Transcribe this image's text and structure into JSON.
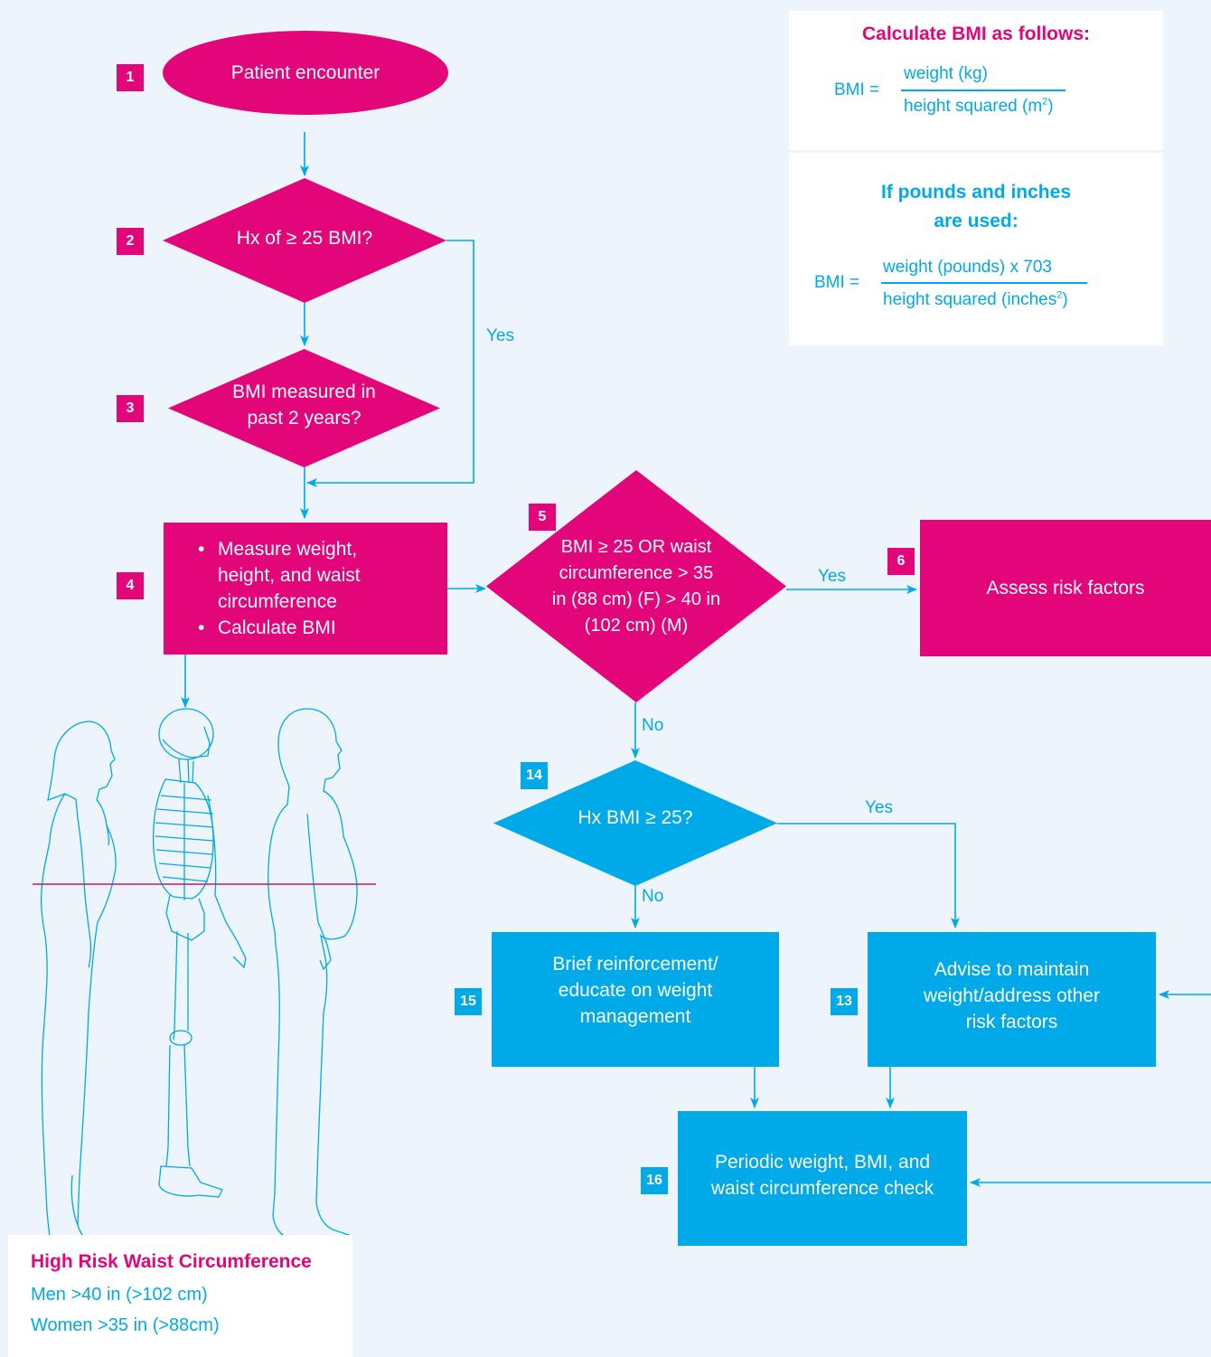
{
  "colors": {
    "magenta": "#e2067a",
    "blue": "#00a9e8",
    "background": "#eef4fb"
  },
  "nodes": {
    "n1": {
      "num": "1",
      "text": "Patient encounter"
    },
    "n2": {
      "num": "2",
      "text": "Hx of ≥ 25 BMI?"
    },
    "n3": {
      "num": "3",
      "line1": "BMI measured in",
      "line2": "past 2 years?"
    },
    "n4": {
      "num": "4",
      "bullets": [
        "Measure weight, height, and waist circumference",
        "Calculate BMI"
      ]
    },
    "n5": {
      "num": "5",
      "lines": [
        "BMI ≥ 25 OR waist",
        "circumference > 35",
        "in (88 cm) (F) > 40 in",
        "(102 cm) (M)"
      ]
    },
    "n6": {
      "num": "6",
      "text": "Assess risk factors"
    },
    "n14": {
      "num": "14",
      "text": "Hx BMI ≥ 25?"
    },
    "n15": {
      "num": "15",
      "lines": [
        "Brief reinforcement/",
        "educate on weight",
        "management"
      ]
    },
    "n13": {
      "num": "13",
      "lines": [
        "Advise to maintain",
        "weight/address other",
        "risk factors"
      ]
    },
    "n16": {
      "num": "16",
      "lines": [
        "Periodic weight, BMI, and",
        "waist circumference check"
      ]
    }
  },
  "edge_labels": {
    "yes_2": "Yes",
    "yes_5": "Yes",
    "no_5": "No",
    "yes_14": "Yes",
    "no_14": "No"
  },
  "bmi_panel": {
    "title": "Calculate BMI as follows:",
    "lhs": "BMI =",
    "numerator": "weight (kg)",
    "denominator": "height squared (m",
    "denominator_sup": "2",
    "denominator_end": ")",
    "title2_line1": "If pounds and inches",
    "title2_line2": "are used:",
    "lhs2": "BMI =",
    "numerator2": "weight (pounds) x 703",
    "denominator2": "height squared (inches",
    "denominator2_sup": "2",
    "denominator2_end": ")"
  },
  "waist_panel": {
    "title": "High Risk Waist Circumference",
    "men": "Men >40 in (>102 cm)",
    "women": "Women >35 in (>88cm)"
  }
}
